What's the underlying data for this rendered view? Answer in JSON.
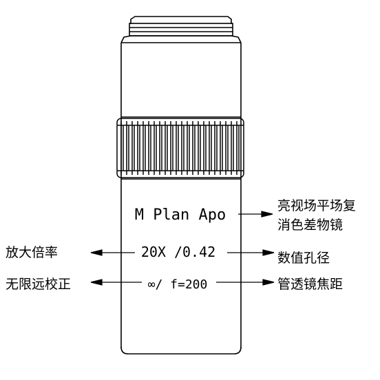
{
  "lens": {
    "model_line": "M Plan Apo",
    "magnification_na": "20X /0.42",
    "infinity_focal": "∞/ f=200"
  },
  "callouts": {
    "right_model_line1": "亮视场平场复",
    "right_model_line2": "消色差物镜",
    "left_magnification": "放大倍率",
    "right_na": "数值孔径",
    "left_infinity": "无限远校正",
    "right_focal": "管透镜焦距"
  },
  "colors": {
    "line": "#000000",
    "background": "#ffffff"
  }
}
